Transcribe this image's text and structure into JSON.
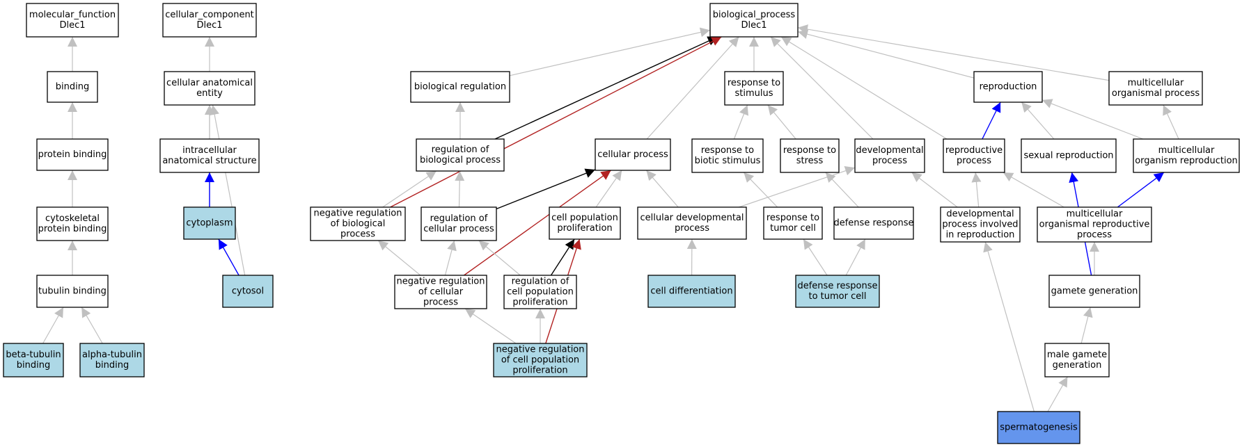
{
  "colors": {
    "node_default": "#ffffff",
    "node_annotated": "#add8e6",
    "node_query": "#6495ed",
    "edge_is_a": "#c0c0c0",
    "edge_part_of": "#0000ff",
    "edge_regulates": "#000000",
    "edge_negatively_regulates": "#b22222"
  },
  "nodes": [
    {
      "id": "mf",
      "lines": [
        "molecular_function",
        "Dlec1"
      ],
      "fill": "node_default"
    },
    {
      "id": "binding",
      "lines": [
        "binding"
      ],
      "fill": "node_default"
    },
    {
      "id": "protein_binding",
      "lines": [
        "protein binding"
      ],
      "fill": "node_default"
    },
    {
      "id": "cytoskeletal",
      "lines": [
        "cytoskeletal",
        "protein binding"
      ],
      "fill": "node_default"
    },
    {
      "id": "tubulin",
      "lines": [
        "tubulin binding"
      ],
      "fill": "node_default"
    },
    {
      "id": "beta_tubulin",
      "lines": [
        "beta-tubulin",
        "binding"
      ],
      "fill": "node_annotated"
    },
    {
      "id": "alpha_tubulin",
      "lines": [
        "alpha-tubulin",
        "binding"
      ],
      "fill": "node_annotated"
    },
    {
      "id": "cc",
      "lines": [
        "cellular_component",
        "Dlec1"
      ],
      "fill": "node_default"
    },
    {
      "id": "cae",
      "lines": [
        "cellular anatomical",
        "entity"
      ],
      "fill": "node_default"
    },
    {
      "id": "ias",
      "lines": [
        "intracellular",
        "anatomical structure"
      ],
      "fill": "node_default"
    },
    {
      "id": "cytoplasm",
      "lines": [
        "cytoplasm"
      ],
      "fill": "node_annotated"
    },
    {
      "id": "cytosol",
      "lines": [
        "cytosol"
      ],
      "fill": "node_annotated"
    },
    {
      "id": "bp",
      "lines": [
        "biological_process",
        "Dlec1"
      ],
      "fill": "node_default"
    },
    {
      "id": "bio_reg",
      "lines": [
        "biological regulation"
      ],
      "fill": "node_default"
    },
    {
      "id": "resp_stim",
      "lines": [
        "response to",
        "stimulus"
      ],
      "fill": "node_default"
    },
    {
      "id": "reproduction",
      "lines": [
        "reproduction"
      ],
      "fill": "node_default"
    },
    {
      "id": "mop",
      "lines": [
        "multicellular",
        "organismal process"
      ],
      "fill": "node_default"
    },
    {
      "id": "reg_bio",
      "lines": [
        "regulation of",
        "biological process"
      ],
      "fill": "node_default"
    },
    {
      "id": "cell_proc",
      "lines": [
        "cellular process"
      ],
      "fill": "node_default"
    },
    {
      "id": "resp_biotic",
      "lines": [
        "response to",
        "biotic stimulus"
      ],
      "fill": "node_default"
    },
    {
      "id": "resp_stress",
      "lines": [
        "response to",
        "stress"
      ],
      "fill": "node_default"
    },
    {
      "id": "dev_proc",
      "lines": [
        "developmental",
        "process"
      ],
      "fill": "node_default"
    },
    {
      "id": "repro_proc",
      "lines": [
        "reproductive",
        "process"
      ],
      "fill": "node_default"
    },
    {
      "id": "sex_repro",
      "lines": [
        "sexual reproduction"
      ],
      "fill": "node_default"
    },
    {
      "id": "mor",
      "lines": [
        "multicellular",
        "organism reproduction"
      ],
      "fill": "node_default"
    },
    {
      "id": "neg_reg_bio",
      "lines": [
        "negative regulation",
        "of biological",
        "process"
      ],
      "fill": "node_default"
    },
    {
      "id": "reg_cell",
      "lines": [
        "regulation of",
        "cellular process"
      ],
      "fill": "node_default"
    },
    {
      "id": "cell_pop",
      "lines": [
        "cell population",
        "proliferation"
      ],
      "fill": "node_default"
    },
    {
      "id": "cell_dev",
      "lines": [
        "cellular developmental",
        "process"
      ],
      "fill": "node_default"
    },
    {
      "id": "resp_tumor",
      "lines": [
        "response to",
        "tumor cell"
      ],
      "fill": "node_default"
    },
    {
      "id": "def_resp",
      "lines": [
        "defense response"
      ],
      "fill": "node_default"
    },
    {
      "id": "dev_repro",
      "lines": [
        "developmental",
        "process involved",
        "in reproduction"
      ],
      "fill": "node_default"
    },
    {
      "id": "morp",
      "lines": [
        "multicellular",
        "organismal reproductive",
        "process"
      ],
      "fill": "node_default"
    },
    {
      "id": "neg_reg_cell",
      "lines": [
        "negative regulation",
        "of cellular",
        "process"
      ],
      "fill": "node_default"
    },
    {
      "id": "reg_cell_pop",
      "lines": [
        "regulation of",
        "cell population",
        "proliferation"
      ],
      "fill": "node_default"
    },
    {
      "id": "cell_diff",
      "lines": [
        "cell differentiation"
      ],
      "fill": "node_annotated"
    },
    {
      "id": "def_tumor",
      "lines": [
        "defense response",
        "to tumor cell"
      ],
      "fill": "node_annotated"
    },
    {
      "id": "gamete",
      "lines": [
        "gamete generation"
      ],
      "fill": "node_default"
    },
    {
      "id": "neg_reg_cell_pop",
      "lines": [
        "negative regulation",
        "of cell population",
        "proliferation"
      ],
      "fill": "node_annotated"
    },
    {
      "id": "male_gamete",
      "lines": [
        "male gamete",
        "generation"
      ],
      "fill": "node_default"
    },
    {
      "id": "spermatogenesis",
      "lines": [
        "spermatogenesis"
      ],
      "fill": "node_query"
    }
  ],
  "edges": [
    {
      "from": "binding",
      "to": "mf",
      "type": "is_a"
    },
    {
      "from": "protein_binding",
      "to": "binding",
      "type": "is_a"
    },
    {
      "from": "cytoskeletal",
      "to": "protein_binding",
      "type": "is_a"
    },
    {
      "from": "tubulin",
      "to": "cytoskeletal",
      "type": "is_a"
    },
    {
      "from": "beta_tubulin",
      "to": "tubulin",
      "type": "is_a"
    },
    {
      "from": "alpha_tubulin",
      "to": "tubulin",
      "type": "is_a"
    },
    {
      "from": "cae",
      "to": "cc",
      "type": "is_a"
    },
    {
      "from": "ias",
      "to": "cae",
      "type": "is_a"
    },
    {
      "from": "cytoplasm",
      "to": "cae",
      "type": "is_a"
    },
    {
      "from": "cytoplasm",
      "to": "ias",
      "type": "part_of"
    },
    {
      "from": "cytosol",
      "to": "cytoplasm",
      "type": "part_of"
    },
    {
      "from": "cytosol",
      "to": "cae",
      "type": "is_a"
    },
    {
      "from": "bio_reg",
      "to": "bp",
      "type": "is_a"
    },
    {
      "from": "reg_bio",
      "to": "bp",
      "type": "regulates"
    },
    {
      "from": "neg_reg_bio",
      "to": "bp",
      "type": "negatively_regulates"
    },
    {
      "from": "cell_proc",
      "to": "bp",
      "type": "is_a"
    },
    {
      "from": "resp_stim",
      "to": "bp",
      "type": "is_a"
    },
    {
      "from": "dev_proc",
      "to": "bp",
      "type": "is_a"
    },
    {
      "from": "repro_proc",
      "to": "bp",
      "type": "is_a"
    },
    {
      "from": "reproduction",
      "to": "bp",
      "type": "is_a"
    },
    {
      "from": "mop",
      "to": "bp",
      "type": "is_a"
    },
    {
      "from": "reg_bio",
      "to": "bio_reg",
      "type": "is_a"
    },
    {
      "from": "resp_biotic",
      "to": "resp_stim",
      "type": "is_a"
    },
    {
      "from": "resp_stress",
      "to": "resp_stim",
      "type": "is_a"
    },
    {
      "from": "repro_proc",
      "to": "reproduction",
      "type": "part_of"
    },
    {
      "from": "sex_repro",
      "to": "reproduction",
      "type": "is_a"
    },
    {
      "from": "mor",
      "to": "reproduction",
      "type": "is_a"
    },
    {
      "from": "mor",
      "to": "mop",
      "type": "is_a"
    },
    {
      "from": "neg_reg_bio",
      "to": "reg_bio",
      "type": "is_a"
    },
    {
      "from": "reg_cell",
      "to": "reg_bio",
      "type": "is_a"
    },
    {
      "from": "reg_cell",
      "to": "cell_proc",
      "type": "regulates"
    },
    {
      "from": "cell_pop",
      "to": "cell_proc",
      "type": "is_a"
    },
    {
      "from": "cell_dev",
      "to": "cell_proc",
      "type": "is_a"
    },
    {
      "from": "neg_reg_cell",
      "to": "cell_proc",
      "type": "negatively_regulates"
    },
    {
      "from": "resp_tumor",
      "to": "resp_biotic",
      "type": "is_a"
    },
    {
      "from": "def_resp",
      "to": "resp_stress",
      "type": "is_a"
    },
    {
      "from": "cell_dev",
      "to": "dev_proc",
      "type": "is_a"
    },
    {
      "from": "dev_repro",
      "to": "dev_proc",
      "type": "is_a"
    },
    {
      "from": "dev_repro",
      "to": "repro_proc",
      "type": "is_a"
    },
    {
      "from": "morp",
      "to": "repro_proc",
      "type": "is_a"
    },
    {
      "from": "morp",
      "to": "mor",
      "type": "part_of"
    },
    {
      "from": "neg_reg_cell",
      "to": "neg_reg_bio",
      "type": "is_a"
    },
    {
      "from": "neg_reg_cell",
      "to": "reg_cell",
      "type": "is_a"
    },
    {
      "from": "reg_cell_pop",
      "to": "reg_cell",
      "type": "is_a"
    },
    {
      "from": "reg_cell_pop",
      "to": "cell_pop",
      "type": "regulates"
    },
    {
      "from": "neg_reg_cell_pop",
      "to": "neg_reg_cell",
      "type": "is_a"
    },
    {
      "from": "neg_reg_cell_pop",
      "to": "reg_cell_pop",
      "type": "is_a"
    },
    {
      "from": "neg_reg_cell_pop",
      "to": "cell_pop",
      "type": "negatively_regulates"
    },
    {
      "from": "cell_diff",
      "to": "cell_dev",
      "type": "is_a"
    },
    {
      "from": "def_tumor",
      "to": "resp_tumor",
      "type": "is_a"
    },
    {
      "from": "def_tumor",
      "to": "def_resp",
      "type": "is_a"
    },
    {
      "from": "gamete",
      "to": "morp",
      "type": "is_a"
    },
    {
      "from": "gamete",
      "to": "sex_repro",
      "type": "part_of"
    },
    {
      "from": "male_gamete",
      "to": "gamete",
      "type": "is_a"
    },
    {
      "from": "spermatogenesis",
      "to": "male_gamete",
      "type": "is_a"
    },
    {
      "from": "spermatogenesis",
      "to": "dev_repro",
      "type": "is_a"
    }
  ]
}
